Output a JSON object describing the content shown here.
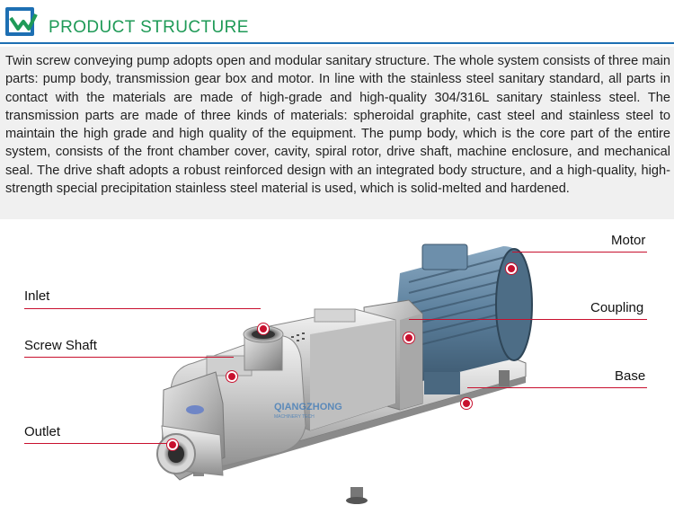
{
  "header": {
    "title": "PRODUCT STRUCTURE"
  },
  "description": "Twin screw conveying pump adopts open and modular sanitary structure. The whole system consists of three main parts: pump body, transmission gear box and motor. In line with the stainless steel sanitary standard, all parts in contact with the materials are made of high-grade and high-quality 304/316L sanitary stainless steel. The transmission parts are made of three kinds of materials: spheroidal graphite, cast steel and stainless steel to maintain the high grade and high quality of the equipment. The pump body, which is the core part of the entire system, consists of the front chamber cover, cavity, spiral rotor, drive shaft, machine enclosure, and mechanical seal. The drive shaft adopts a robust reinforced design with an integrated body structure, and a high-quality, high-strength special precipitation stainless steel material is used, which is solid-melted and hardened.",
  "labels": {
    "motor": "Motor",
    "inlet": "Inlet",
    "coupling": "Coupling",
    "screw_shaft": "Screw Shaft",
    "base": "Base",
    "outlet": "Outlet"
  },
  "watermark": "QIANGZHONG MACHINERY TECH",
  "colors": {
    "title_green": "#1f9a57",
    "rule_blue": "#1d6fb3",
    "callout_red": "#c8102e",
    "motor_blue": "#5b7f9c"
  }
}
